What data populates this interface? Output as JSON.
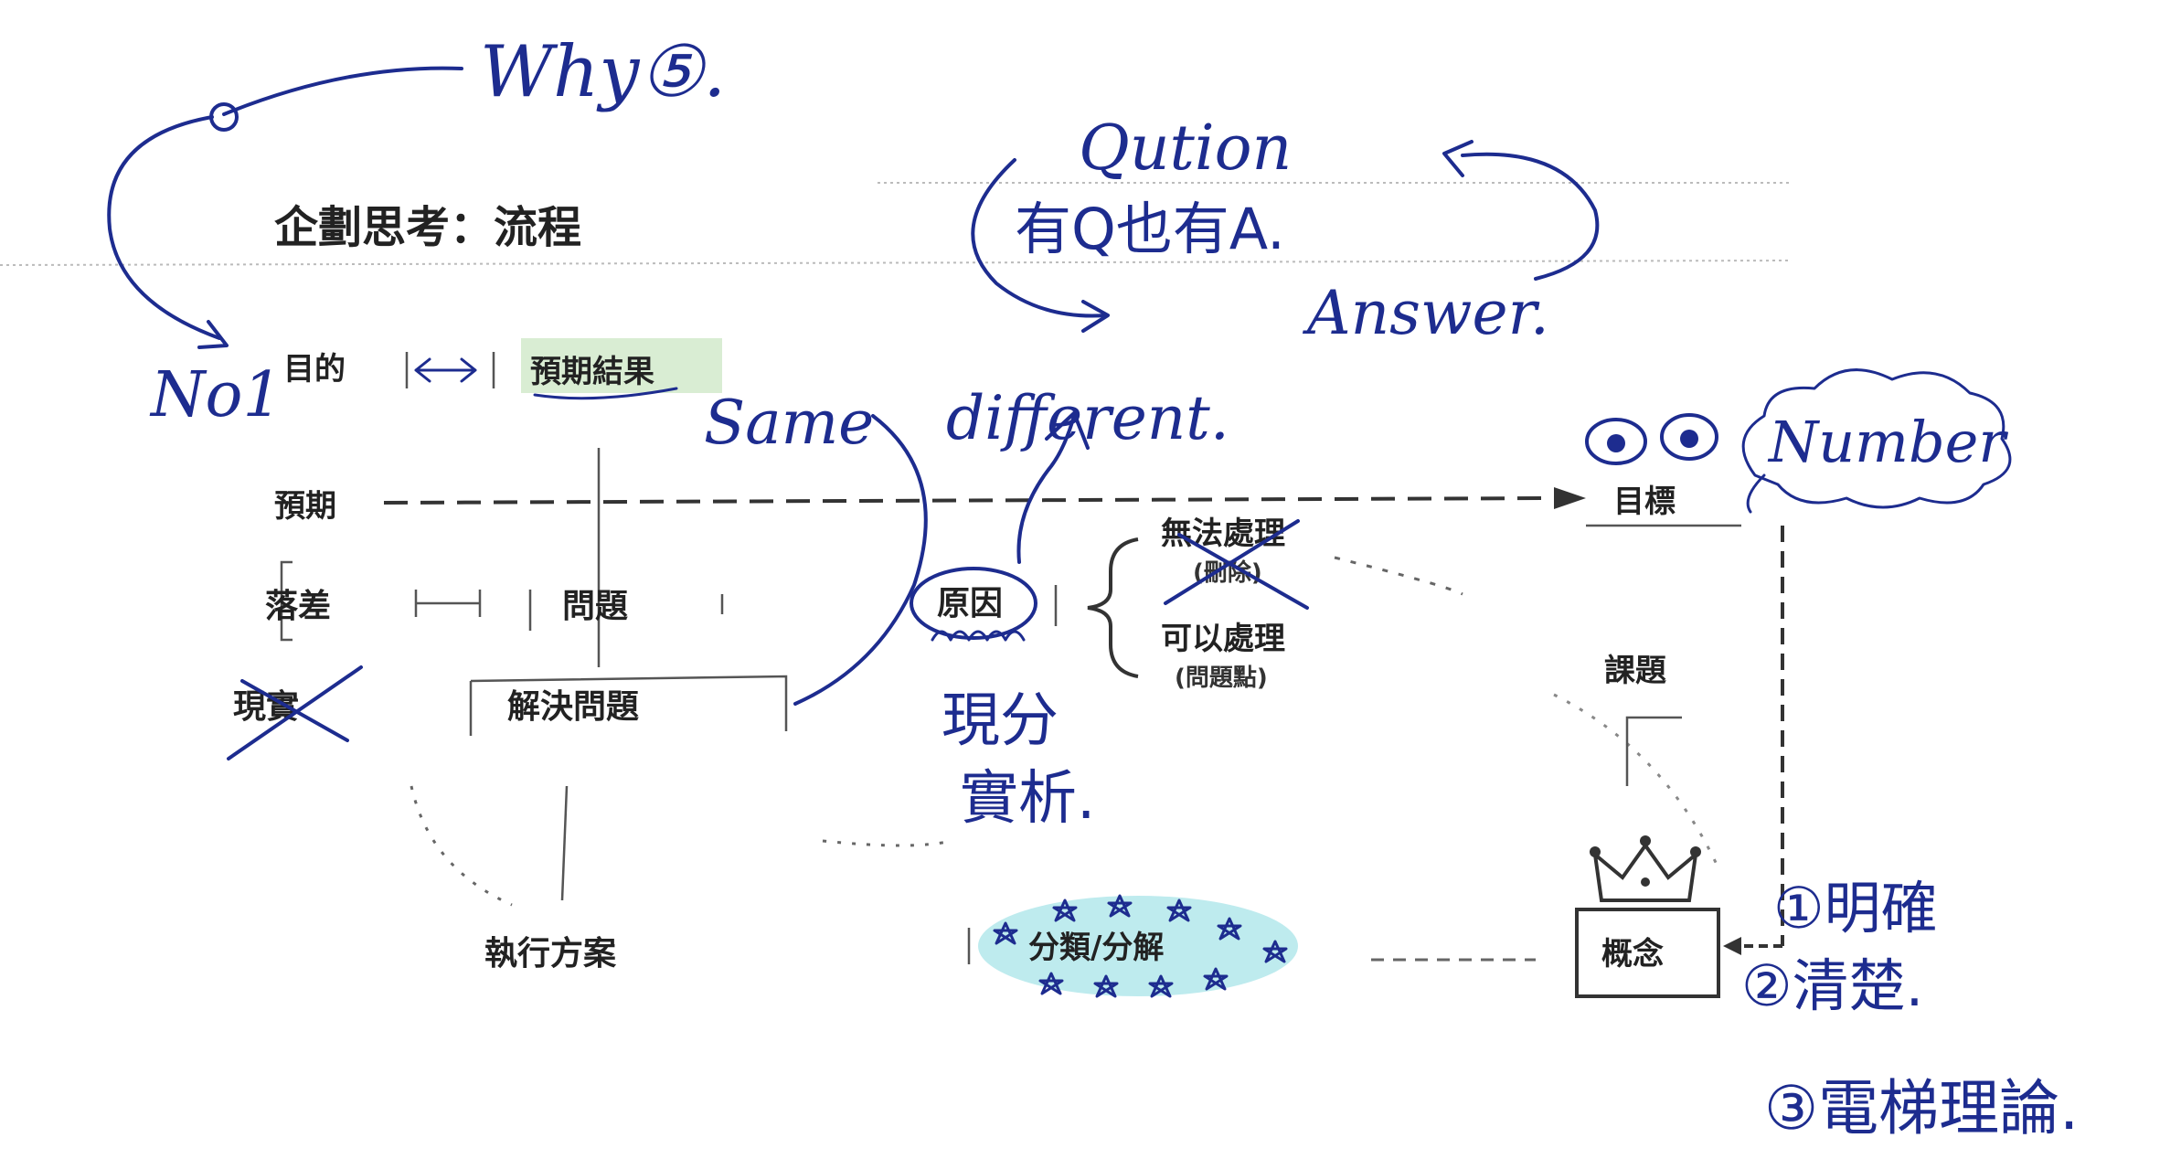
{
  "printed": {
    "title": "企劃思考：流程",
    "mokuteki": "目的",
    "yoki_kekka": "預期結果",
    "yoki": "預期",
    "rakusa": "落差",
    "mondai": "問題",
    "genjitsu": "現實",
    "kaiketsu_mondai": "解決問題",
    "shikko_hoan": "執行方案",
    "genin": "原因",
    "muhou_shori": "無法處理",
    "muhou_shori_note": "(刪除)",
    "kai_shori": "可以處理",
    "kai_shori_note": "(問題點)",
    "mokuhyo": "目標",
    "kadai": "課題",
    "gainen": "概念",
    "bunrui_bunkai": "分類/分解"
  },
  "handwritten": {
    "why": "Why⑤.",
    "no1": "No1",
    "qution": "Qution",
    "q_and_a": "有Q也有A.",
    "answer": "Answer.",
    "same": "Same",
    "different": "different.",
    "number": "Number",
    "analysis_line1": "現分",
    "analysis_line2": "實析.",
    "point1": "①明確",
    "point2": "②清楚.",
    "point3": "③電梯理論."
  },
  "colors": {
    "ink": "#1d2c8f",
    "print": "#222222",
    "highlight_green": "#cfe9c8",
    "highlight_cyan": "#a8e4e8"
  }
}
